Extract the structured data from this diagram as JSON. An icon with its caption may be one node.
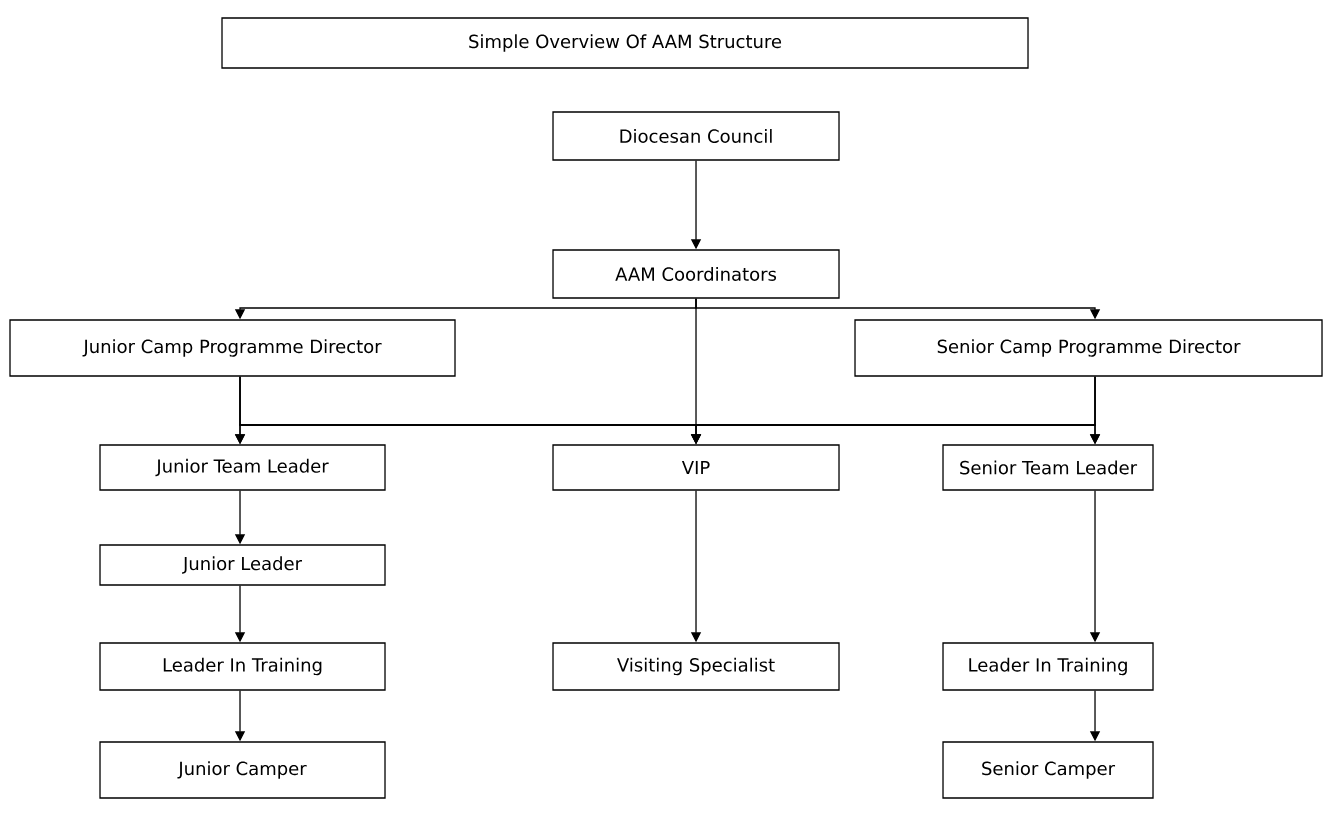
{
  "diagram": {
    "nodes": [
      {
        "text": [
          "Simple Overview Of AAM Structure"
        ]
      },
      {
        "text": [
          "Diocesan Council"
        ]
      },
      {
        "text": [
          "AAM Coordinators"
        ]
      },
      {
        "text": [
          "Junior Camp Programme Director"
        ]
      },
      {
        "text": [
          "Senior Camp Programme Director"
        ]
      },
      {
        "text": [
          "Junior Team Leader"
        ]
      },
      {
        "text": [
          "VIP"
        ]
      },
      {
        "text": [
          "Senior Team Leader"
        ]
      },
      {
        "text": [
          "Junior Leader"
        ]
      },
      {
        "text": [
          "Leader In Training"
        ]
      },
      {
        "text": [
          "Visiting Specialist"
        ]
      },
      {
        "text": [
          "Leader In Training"
        ]
      },
      {
        "text": [
          "Junior Camper"
        ]
      },
      {
        "text": [
          "Senior Camper"
        ]
      }
    ],
    "edges": [
      {
        "from": 1,
        "to": 2,
        "arrow": "to"
      },
      {
        "from": 2,
        "to": 3,
        "arrow": "to"
      },
      {
        "from": 2,
        "to": 4,
        "arrow": "to"
      },
      {
        "from": 2,
        "to": 6,
        "arrow": "to"
      },
      {
        "from": 3,
        "to": 5,
        "arrow": "to"
      },
      {
        "from": 3,
        "to": 6,
        "arrow": "to"
      },
      {
        "from": 3,
        "to": 7,
        "arrow": "to"
      },
      {
        "from": 4,
        "to": 5,
        "arrow": "to"
      },
      {
        "from": 4,
        "to": 6,
        "arrow": "to"
      },
      {
        "from": 4,
        "to": 7,
        "arrow": "to"
      },
      {
        "from": 5,
        "to": 8,
        "arrow": "to"
      },
      {
        "from": 8,
        "to": 9,
        "arrow": "to"
      },
      {
        "from": 9,
        "to": 12,
        "arrow": "to"
      },
      {
        "from": 6,
        "to": 10,
        "arrow": "to"
      },
      {
        "from": 7,
        "to": 11,
        "arrow": "to"
      },
      {
        "from": 11,
        "to": 13,
        "arrow": "to"
      }
    ]
  }
}
